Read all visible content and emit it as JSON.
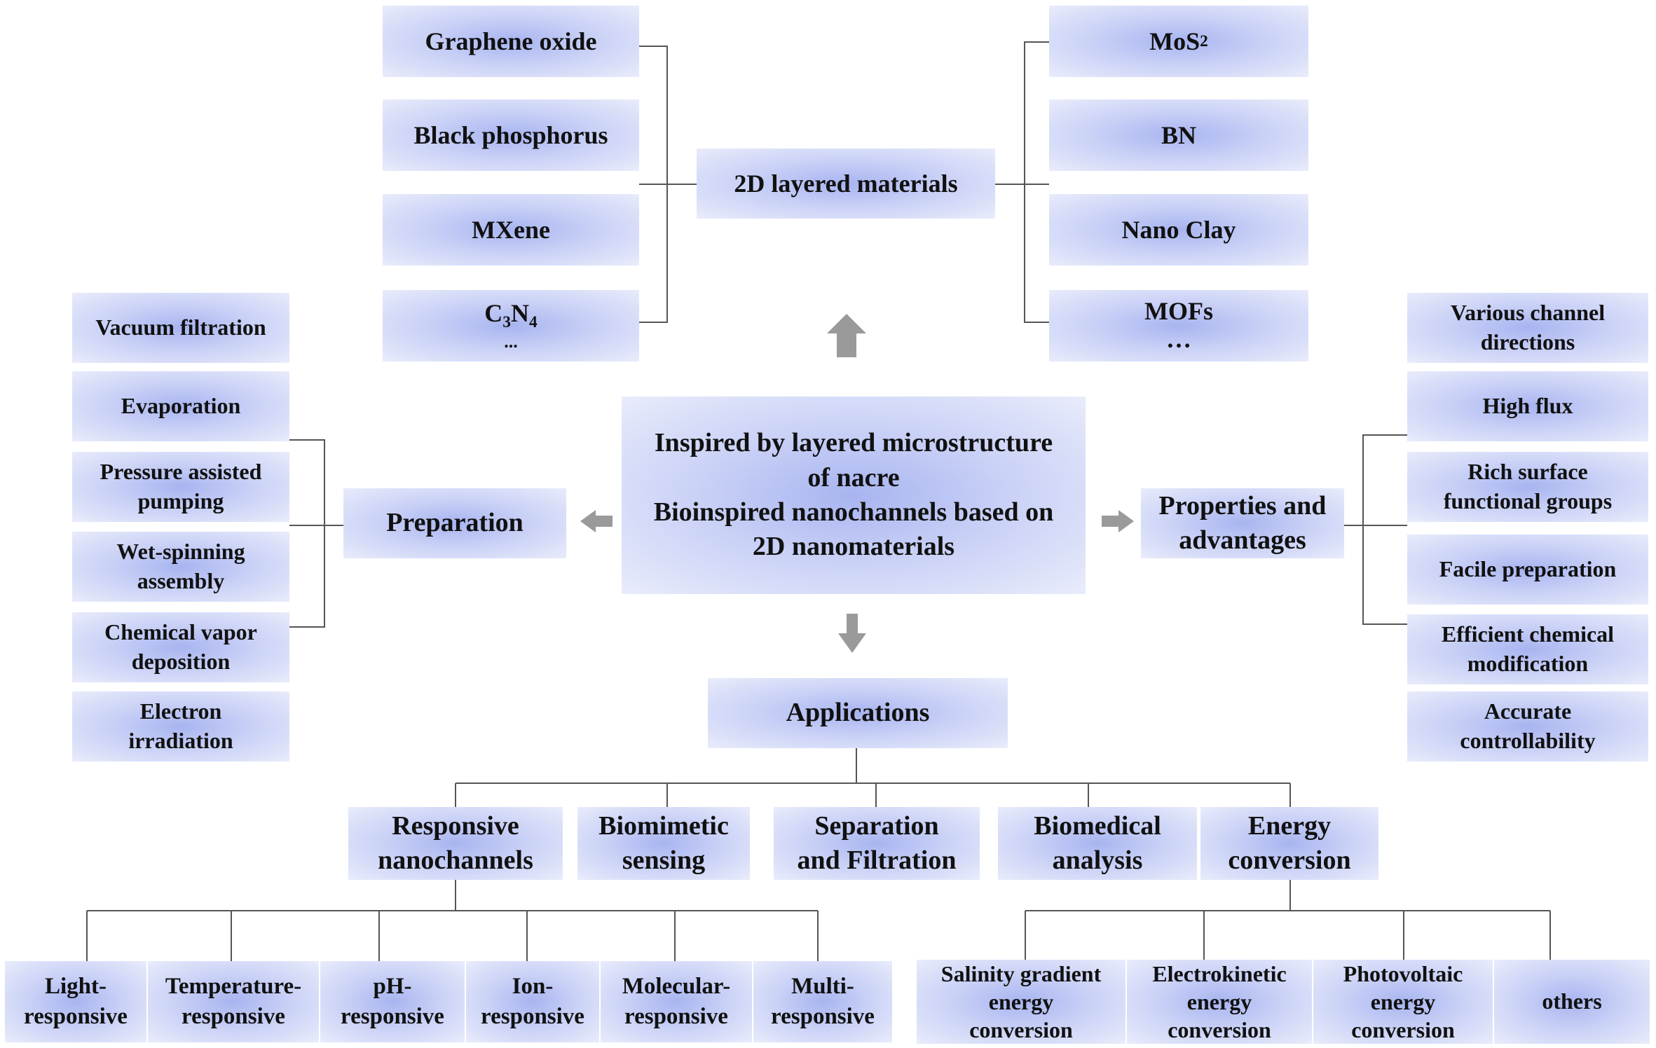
{
  "center": {
    "line1": "Inspired by layered microstructure",
    "line2": "of nacre",
    "line3": "Bioinspired nanochannels based on",
    "line4": "2D nanomaterials"
  },
  "materials": {
    "title": "2D layered materials",
    "left": [
      "Graphene oxide",
      "Black phosphorus",
      "MXene"
    ],
    "c3n4": {
      "c": "C",
      "sub3": "3",
      "n": "N",
      "sub4": "4",
      "ellipsis": "..."
    },
    "mos2": {
      "text": "MoS",
      "sub": "2"
    },
    "right": [
      "BN",
      "Nano Clay"
    ],
    "mofs": {
      "text": "MOFs",
      "ellipsis": "…"
    }
  },
  "preparation": {
    "title": "Preparation",
    "items": [
      "Vacuum filtration",
      "Evaporation",
      "Pressure assisted\npumping",
      "Wet-spinning\nassembly",
      "Chemical vapor\ndeposition",
      "Electron\nirradiation"
    ]
  },
  "properties": {
    "title": "Properties and\nadvantages",
    "items": [
      "Various channel\ndirections",
      "High flux",
      "Rich surface\nfunctional groups",
      "Facile preparation",
      "Efficient chemical\nmodification",
      "Accurate\ncontrollability"
    ]
  },
  "applications": {
    "title": "Applications",
    "items": [
      "Responsive\nnanochannels",
      "Biomimetic\nsensing",
      "Separation\nand Filtration",
      "Biomedical\nanalysis",
      "Energy\nconversion"
    ],
    "responsive": [
      "Light-\nresponsive",
      "Temperature-\nresponsive",
      "pH-\nresponsive",
      "Ion-\nresponsive",
      "Molecular-\nresponsive",
      "Multi-\nresponsive"
    ],
    "energy": [
      "Salinity gradient\nenergy\nconversion",
      "Electrokinetic\nenergy\nconversion",
      "Photovoltaic\nenergy\nconversion",
      "others"
    ]
  }
}
